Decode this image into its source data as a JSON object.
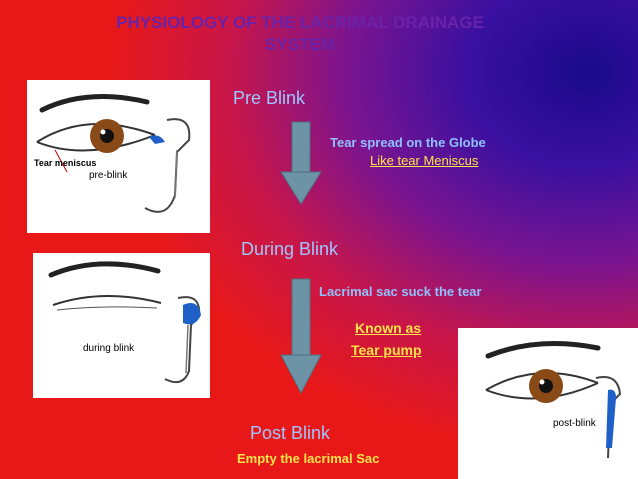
{
  "title": {
    "line1": "PHYSIOLOGY OF THE LACRIMAL DRAINAGE",
    "line2": "SYSTEM"
  },
  "stages": {
    "pre_blink": {
      "heading": "Pre Blink",
      "note": "Tear spread on the Globe",
      "subnote": "Like tear Meniscus ",
      "image_caption": "pre-blink",
      "image_callout": "Tear meniscus"
    },
    "during_blink": {
      "heading": "During Blink",
      "note": "Lacrimal sac suck the tear",
      "known_as_line1": "Known as ",
      "known_as_line2": "Tear pump",
      "image_caption": "during blink"
    },
    "post_blink": {
      "heading": "Post Blink",
      "note": "Empty the lacrimal Sac",
      "image_caption": "post-blink"
    }
  },
  "colors": {
    "title": "#6a22a8",
    "heading": "#9ec6ff",
    "accent_yellow": "#ffe34a",
    "arrow": "#6c93a6",
    "iris": "#8a4a18",
    "sac": "#1f5fc8"
  }
}
